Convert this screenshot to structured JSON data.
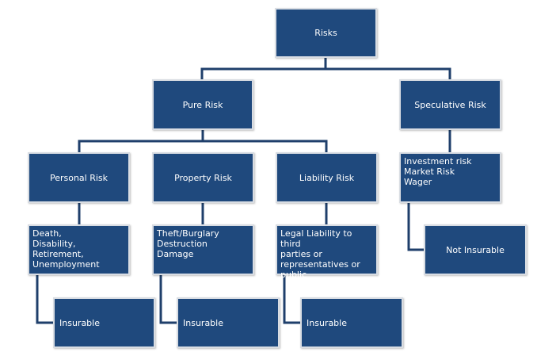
{
  "colors": {
    "node_fill": "#1f497d",
    "node_border": "#d9dde3",
    "connector": "#1f3f6b",
    "text": "#ffffff",
    "background": "#ffffff"
  },
  "diagram": {
    "root": "Risks",
    "pure_risk": "Pure Risk",
    "speculative_risk": "Speculative Risk",
    "personal_risk": "Personal Risk",
    "property_risk": "Property Risk",
    "liability_risk": "Liability Risk",
    "personal_details": [
      "Death,",
      "Disability,",
      "Retirement,",
      "Unemployment"
    ],
    "property_details": [
      "Theft/Burglary",
      "Destruction",
      "Damage"
    ],
    "liability_details": [
      "Legal Liability to third",
      "parties or",
      "representatives or",
      "public"
    ],
    "speculative_details": [
      "Investment risk",
      "Market Risk",
      "Wager"
    ],
    "insurable_personal": "Insurable",
    "insurable_property": "Insurable",
    "insurable_liability": "Insurable",
    "not_insurable": "Not Insurable"
  }
}
